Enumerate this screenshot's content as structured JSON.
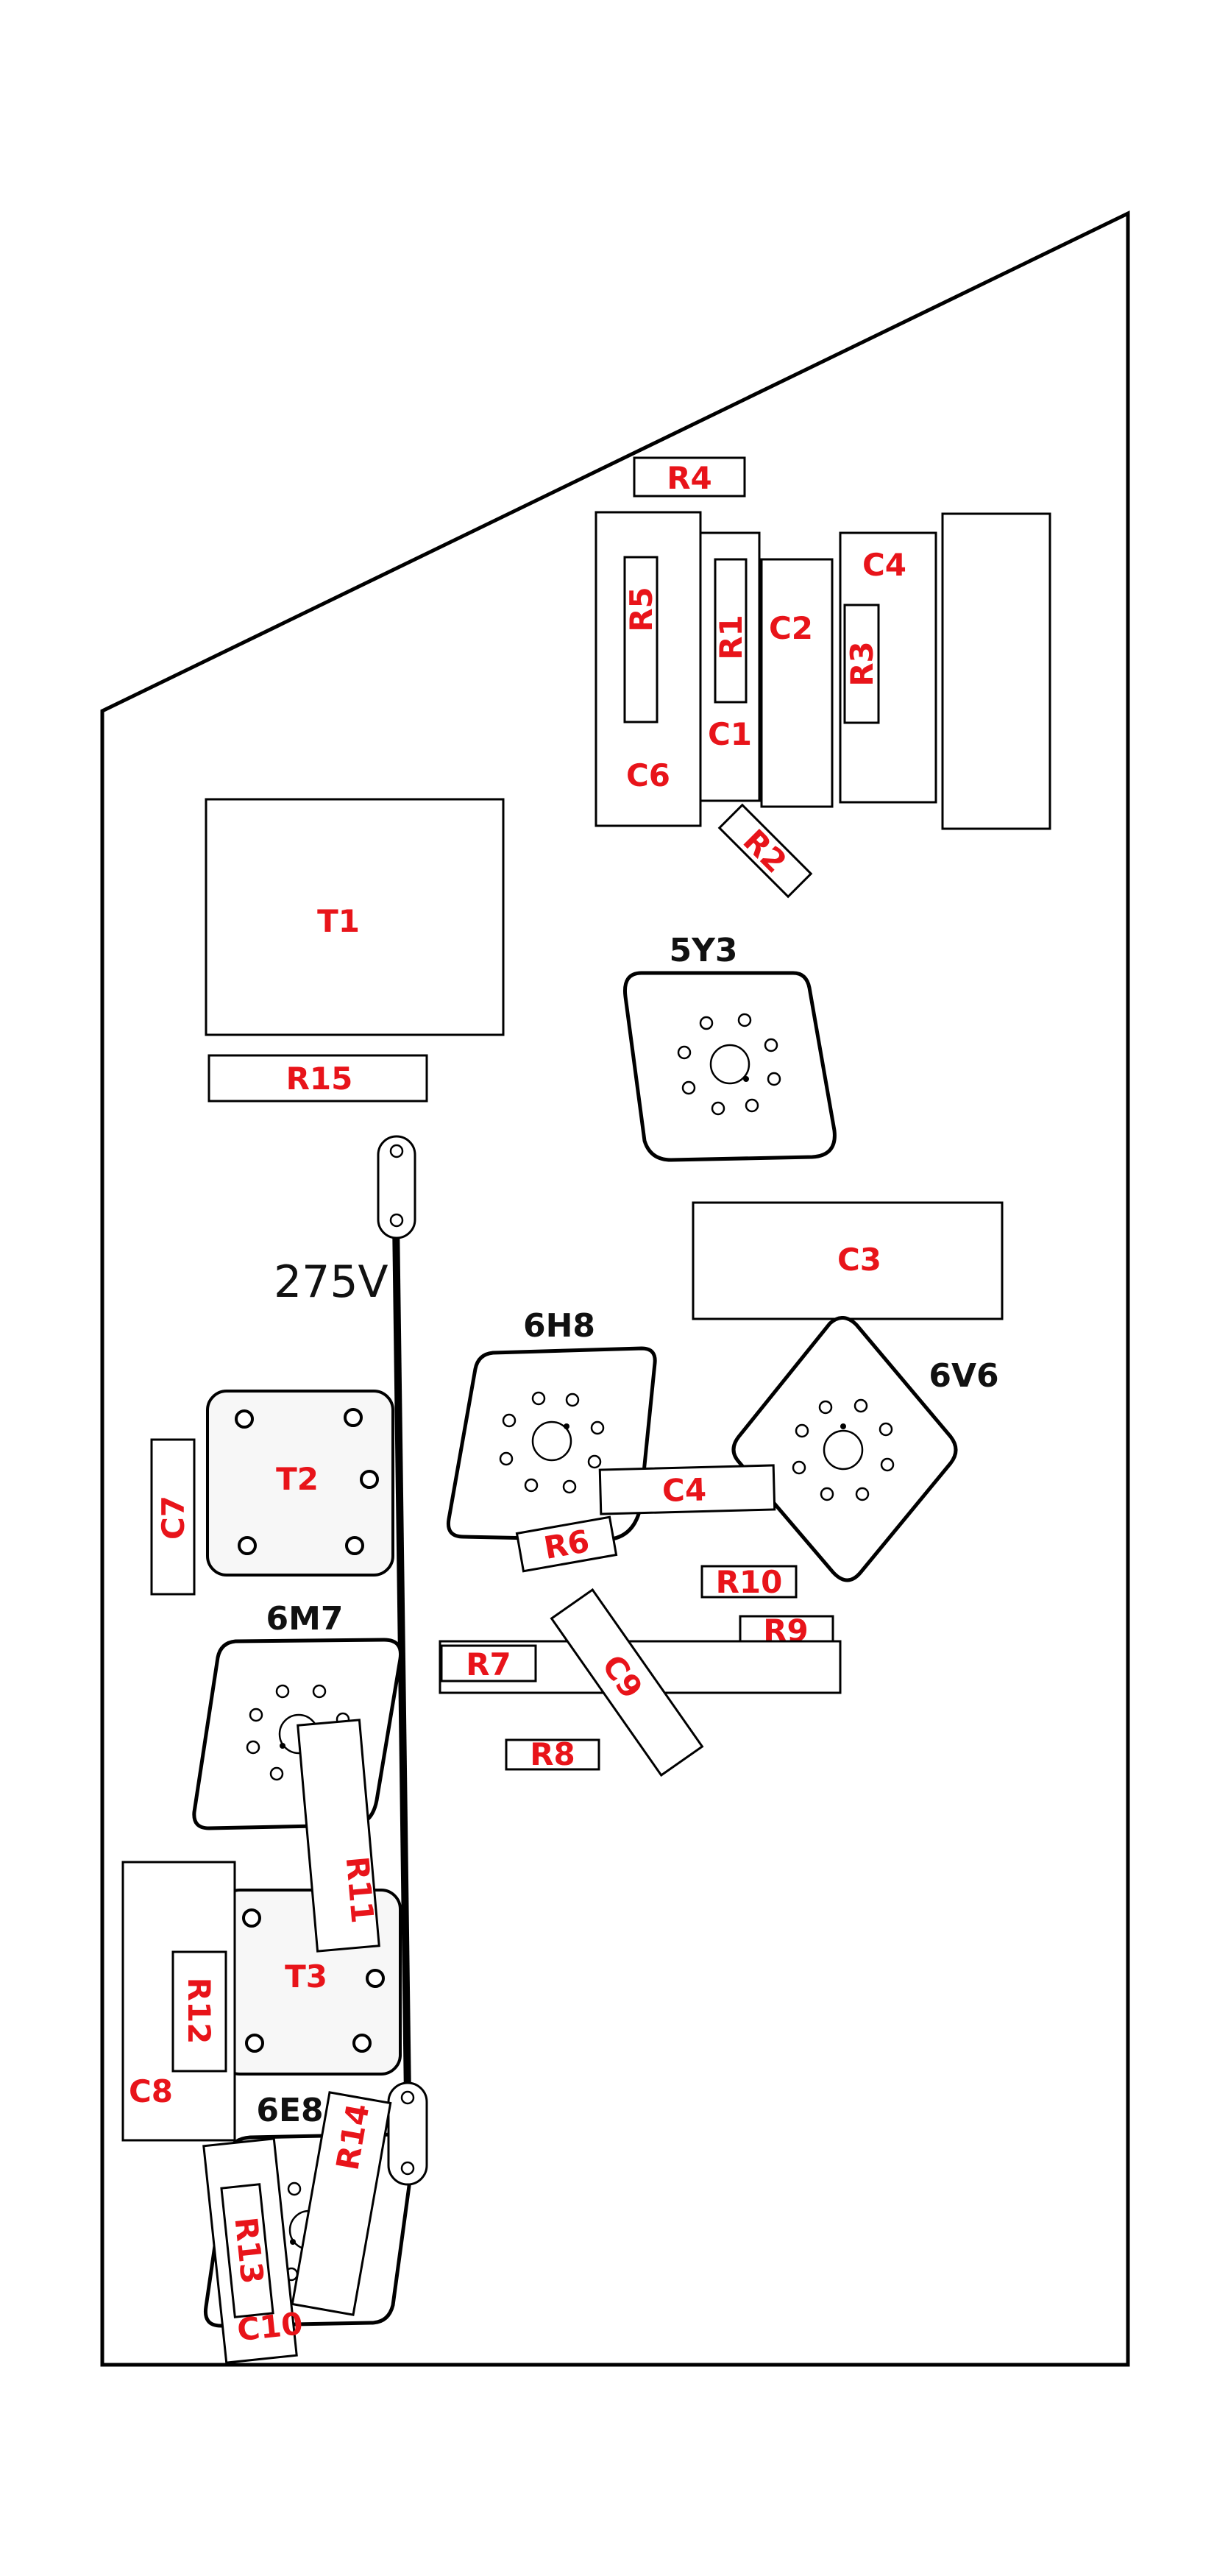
{
  "colors": {
    "component_label": "#e8141a",
    "tube_label": "#111111",
    "outline": "#000000",
    "background": "#ffffff"
  },
  "voltage_label": "275V",
  "tubes": {
    "t5y3": "5Y3",
    "t6v6": "6V6",
    "t6h8": "6H8",
    "t6m7": "6M7",
    "t6e8": "6E8"
  },
  "components": {
    "R1": "R1",
    "R2": "R2",
    "R3": "R3",
    "R4": "R4",
    "R5": "R5",
    "R6": "R6",
    "R7": "R7",
    "R8": "R8",
    "R9": "R9",
    "R10": "R10",
    "R11": "R11",
    "R12": "R12",
    "R13": "R13",
    "R14": "R14",
    "R15": "R15",
    "C1": "C1",
    "C2": "C2",
    "C3": "C3",
    "C4_top": "C4",
    "C4_mid": "C4",
    "C6": "C6",
    "C7": "C7",
    "C8": "C8",
    "C9": "C9",
    "C10": "C10",
    "T1": "T1",
    "T2": "T2",
    "T3": "T3"
  }
}
